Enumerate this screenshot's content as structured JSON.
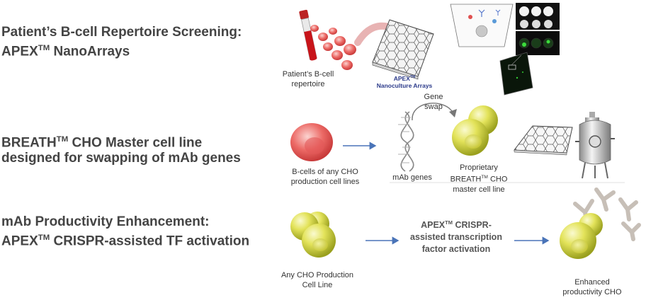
{
  "rows": [
    {
      "heading_line1_pre": "Patient’s B-cell Repertoire Screening:",
      "heading_line2_pre": "APEX",
      "heading_line2_sup": "TM",
      "heading_line2_post": " NanoArrays",
      "captions": {
        "source_line1": "Patient’s B-cell",
        "source_line2": "repertoire",
        "array_line1": "APEX",
        "array_sup": "TM",
        "array_line2": "Nanoculture Arrays"
      }
    },
    {
      "heading_line1_pre": "BREATH",
      "heading_line1_sup": "TM",
      "heading_line1_post": " CHO Master cell line",
      "heading_line2": "designed for swapping of mAb genes",
      "captions": {
        "bcells_line1": "B-cells of any CHO",
        "bcells_line2": "production cell lines",
        "gene_swap_line1": "Gene",
        "gene_swap_line2": "swap",
        "mab_genes": "mAb genes",
        "master_line1": "Proprietary",
        "master_line2_pre": "BREATH",
        "master_line2_sup": "TM",
        "master_line2_post": " CHO",
        "master_line3": "master cell line"
      }
    },
    {
      "heading_line1": "mAb Productivity Enhancement:",
      "heading_line2_pre": "APEX",
      "heading_line2_sup": "TM",
      "heading_line2_post": " CRISPR-assisted TF activation",
      "captions": {
        "source_line1": "Any CHO Production",
        "source_line2": "Cell Line",
        "process_line1_pre": "APEX",
        "process_line1_sup": "TM",
        "process_line1_post": " CRISPR-",
        "process_line2": "assisted transcription",
        "process_line3": "factor activation",
        "result_line1": "Enhanced",
        "result_line2": "productivity CHO"
      }
    }
  ],
  "colors": {
    "heading": "#444444",
    "arrow": "#4a74b8",
    "red_cell": "#e84c4c",
    "yellow_cell": "#d4d43c",
    "array_label": "#2b3a8a"
  },
  "icons": [
    "blood-tube-icon",
    "red-cell-icon",
    "nanoarray-plate-icon",
    "microscopy-image-icon",
    "dna-helix-icon",
    "bioreactor-icon",
    "yellow-cell-icon",
    "antibody-icon"
  ]
}
